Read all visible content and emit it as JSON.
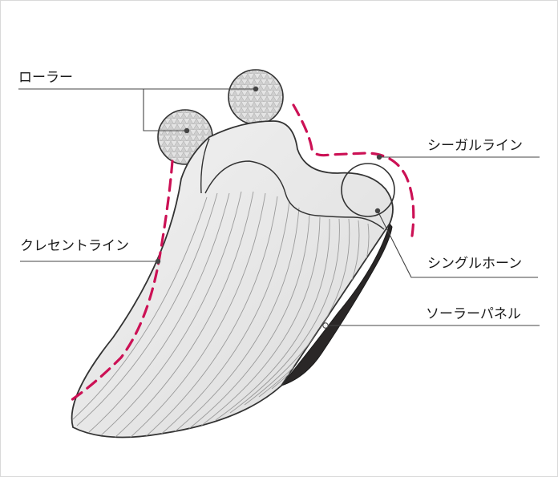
{
  "labels": {
    "roller": "ローラー",
    "crescent_line": "クレセントライン",
    "seagull_line": "シーガルライン",
    "single_horn": "シングルホーン",
    "solar_panel": "ソーラーパネル"
  },
  "colors": {
    "accent_dashed": "#cc1155",
    "body_fill": "#e6e6e6",
    "solar_panel": "#2a2727",
    "leader_line": "#444444"
  },
  "icons": {
    "roller": "textured-ball"
  }
}
